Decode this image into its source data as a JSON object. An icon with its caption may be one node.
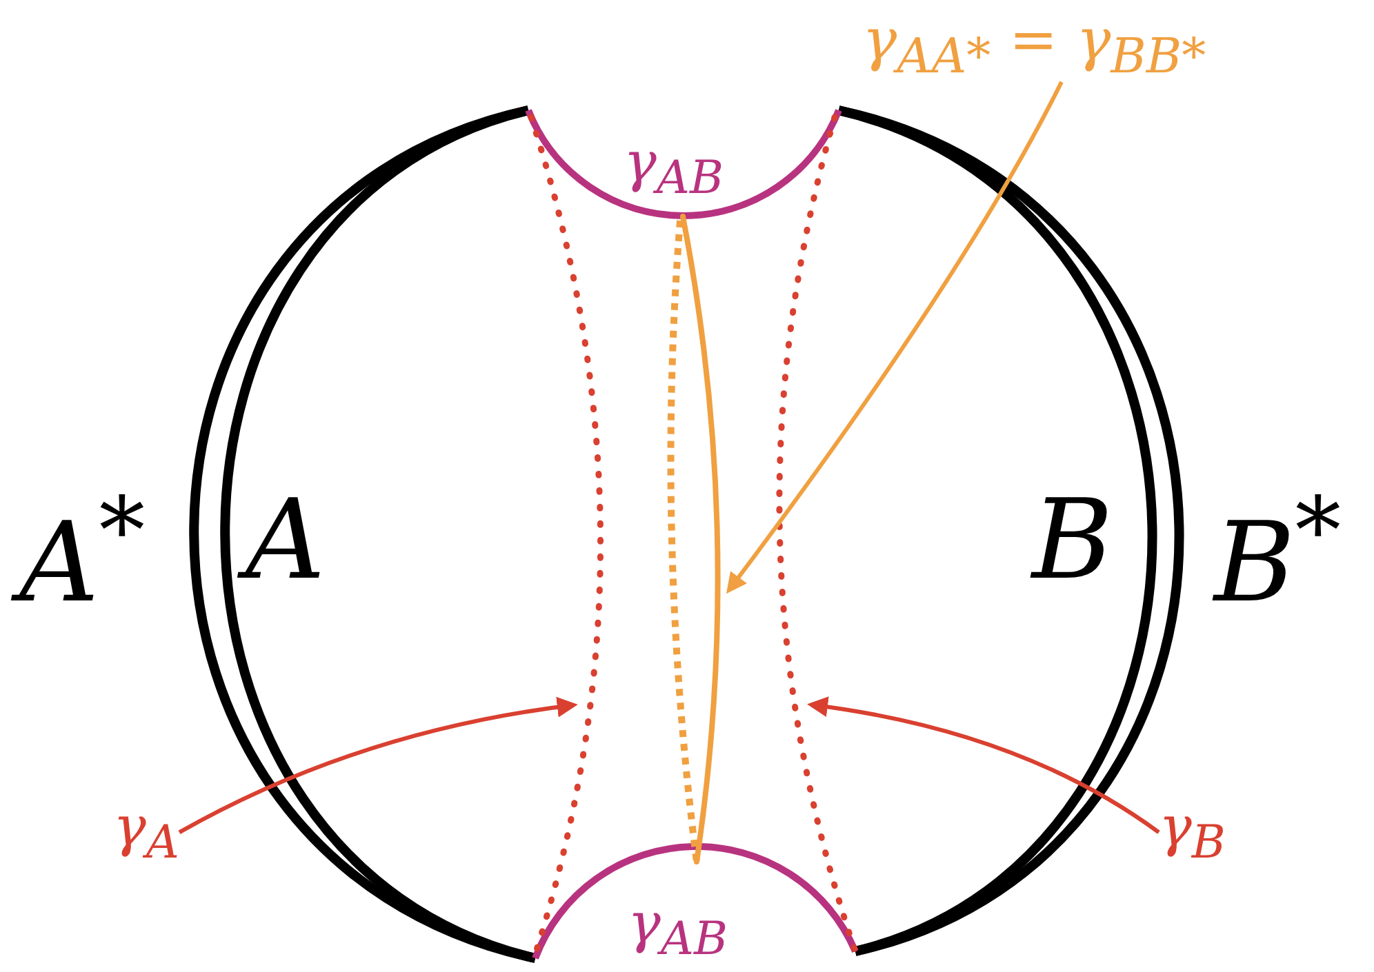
{
  "diagram": {
    "nodes": [
      {
        "text": [
          "γ$_{AA*}$ = γ$_{BB*}$"
        ]
      },
      {
        "text": [
          "γ$_{A}$"
        ]
      },
      {
        "text": [
          "γ$_{B}$"
        ]
      },
      {
        "text": [],
        "shape": "curve"
      },
      {
        "text": [],
        "shape": "curve"
      },
      {
        "text": [],
        "shape": "curve"
      }
    ],
    "edges": [
      {
        "from": 0,
        "to": 4,
        "arrow": "to",
        "color": "#f0a040"
      },
      {
        "from": 1,
        "to": 3,
        "arrow": "to",
        "color": "#d94030"
      },
      {
        "from": 2,
        "to": 5,
        "arrow": "to",
        "color": "#d94030"
      }
    ],
    "labels": [
      "γ$_{AB}$",
      "A$^{*}$",
      "A",
      "B",
      "B$^{*}$",
      "γ$_{AB}$"
    ]
  }
}
